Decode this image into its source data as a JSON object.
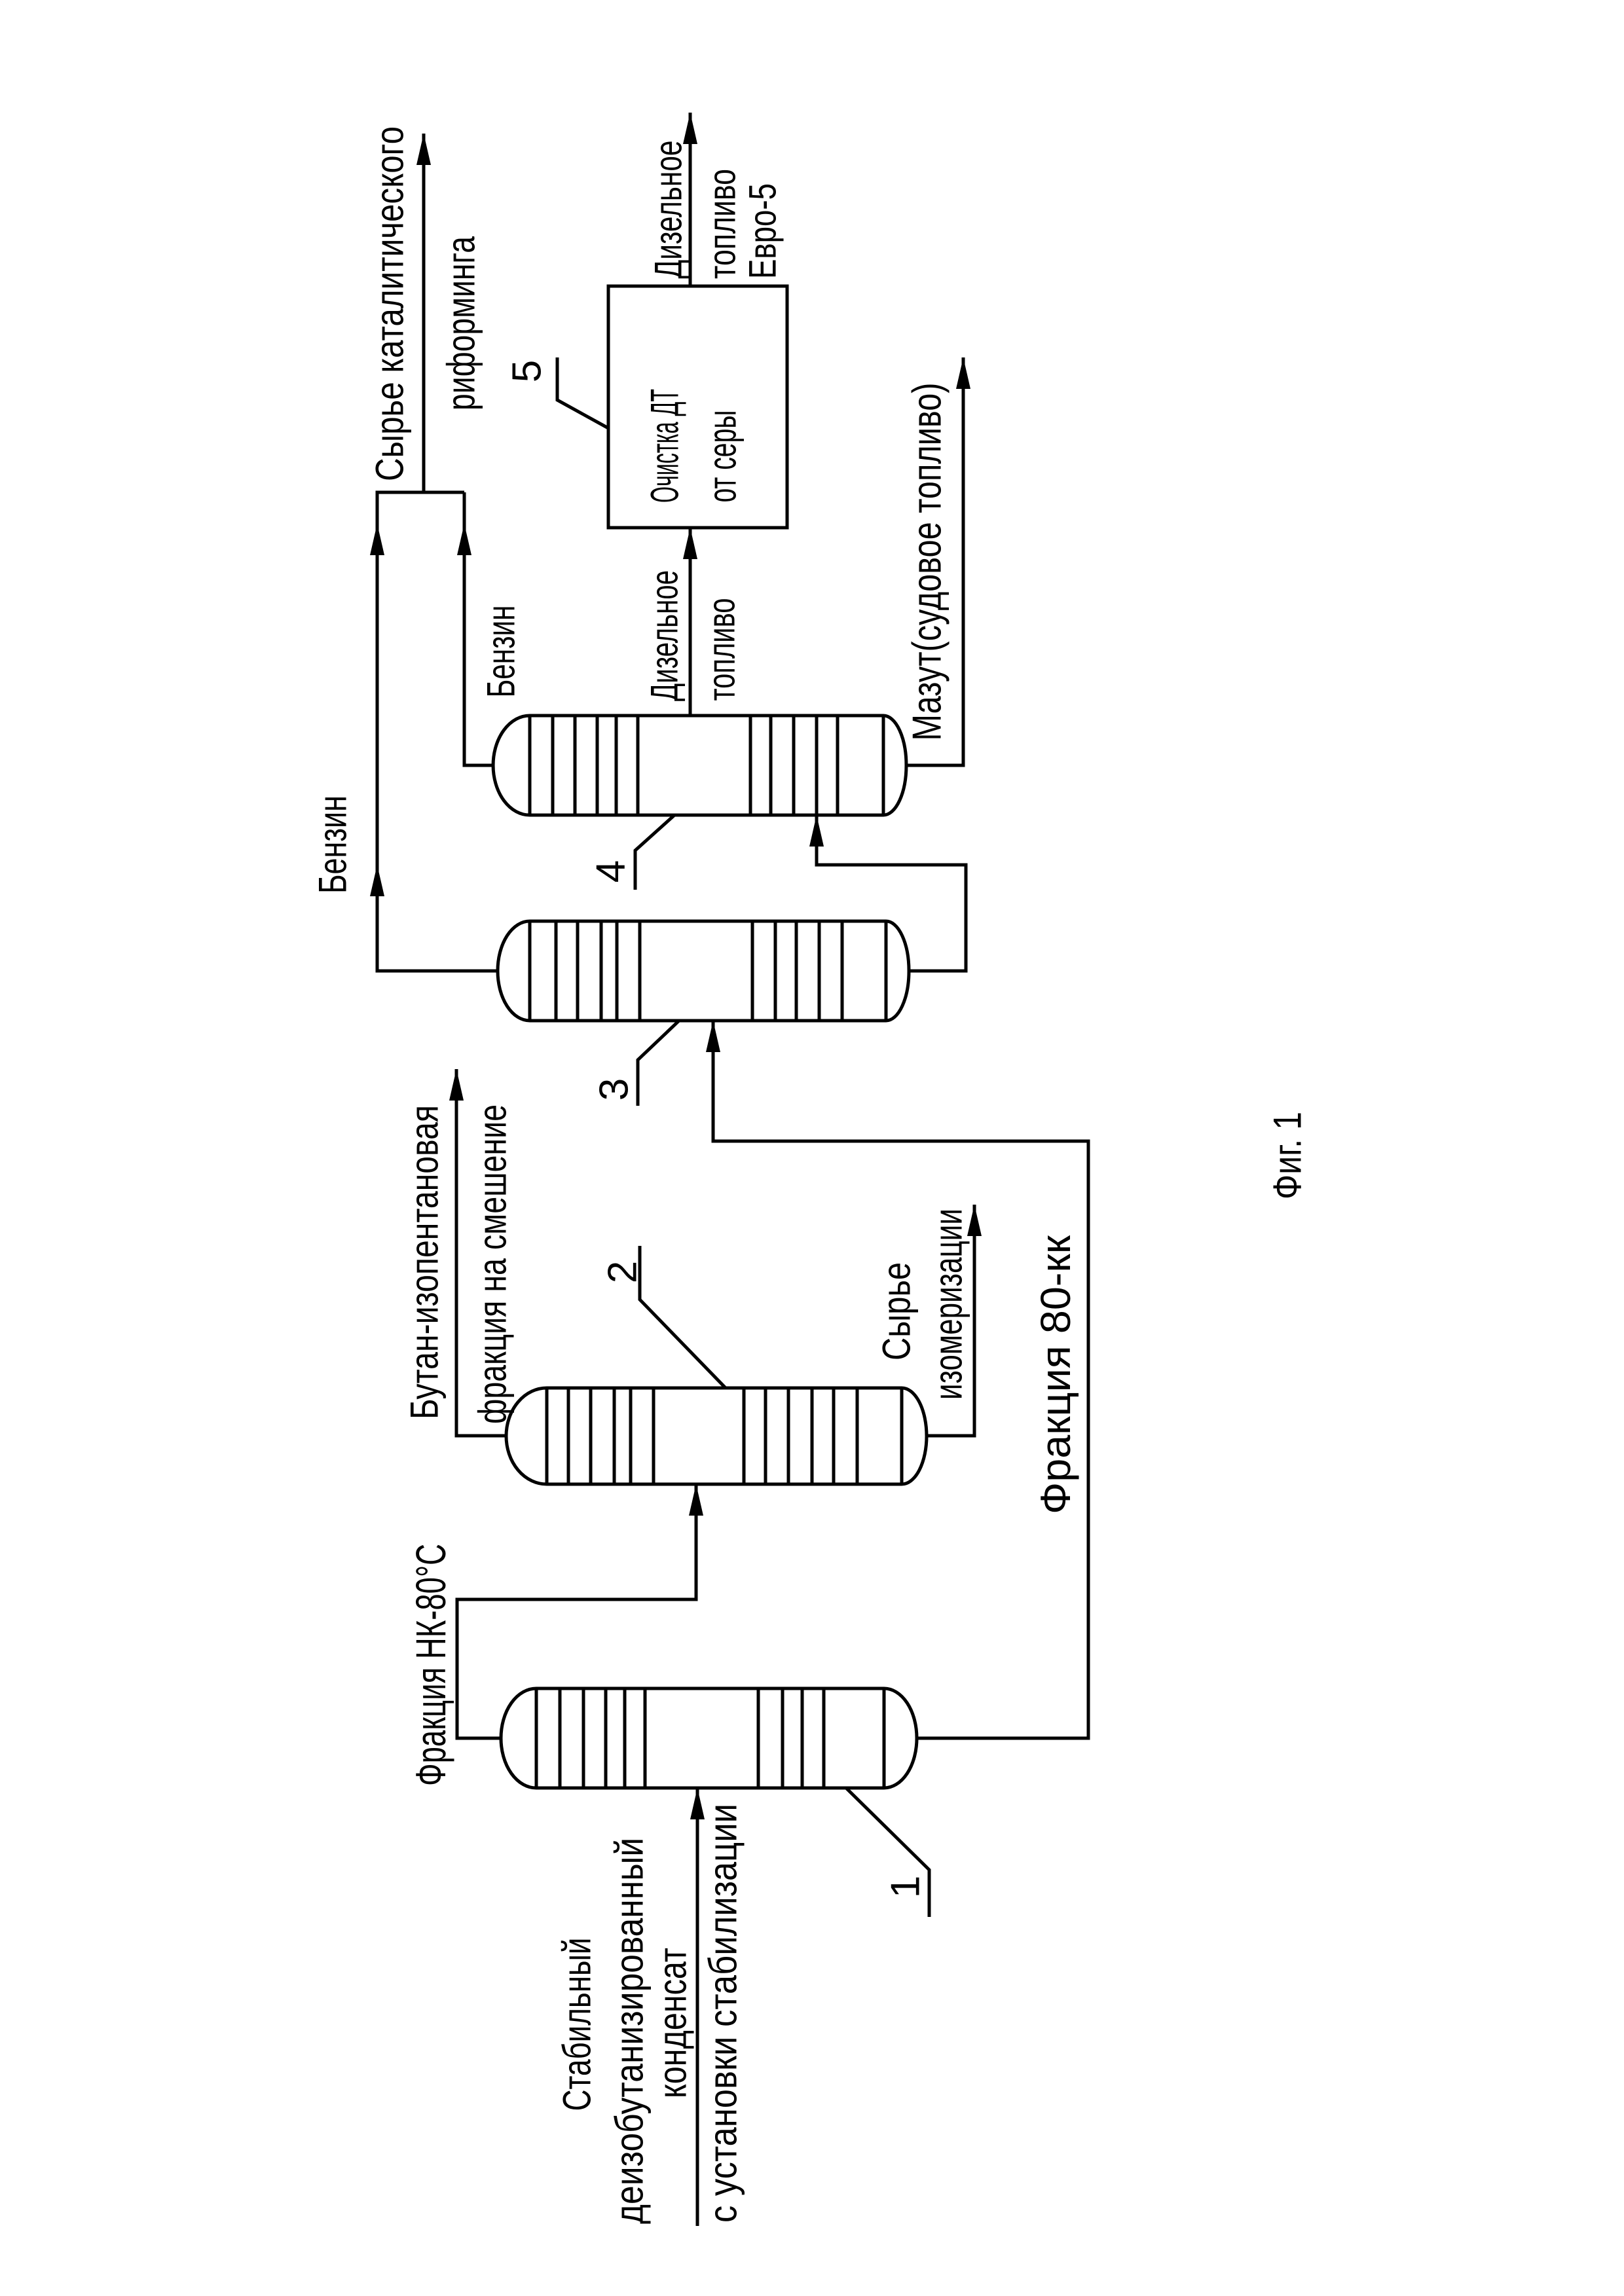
{
  "figure": {
    "caption": "Фиг. 1",
    "colors": {
      "ink": "#000000",
      "background": "#ffffff"
    },
    "units": [
      {
        "id": "1",
        "label": "1"
      },
      {
        "id": "2",
        "label": "2"
      },
      {
        "id": "3",
        "label": "3"
      },
      {
        "id": "4",
        "label": "4"
      },
      {
        "id": "5",
        "label": "5",
        "box_text": [
          "Очистка ДТ",
          "от серы"
        ]
      }
    ],
    "streams": {
      "feed": [
        "Стабильный",
        "деизобутанизированный",
        "конденсат",
        "с установки стабилизации"
      ],
      "nk80": "Фракция НК-80°С",
      "butane": [
        "Бутан-изопентановая",
        "фракция на смешение"
      ],
      "isomer": [
        "Сырье",
        "изомеризации"
      ],
      "frac80kk": "Фракция 80-кк",
      "benzin3": "Бензин",
      "benzin4": "Бензин",
      "reforming": [
        "Сырье каталитического",
        "риформинга"
      ],
      "diesel": [
        "Дизельное",
        "топливо"
      ],
      "diesel_euro": [
        "Дизельное",
        "топливо",
        "Евро-5"
      ],
      "mazut": "Мазут(судовое топливо)"
    }
  }
}
